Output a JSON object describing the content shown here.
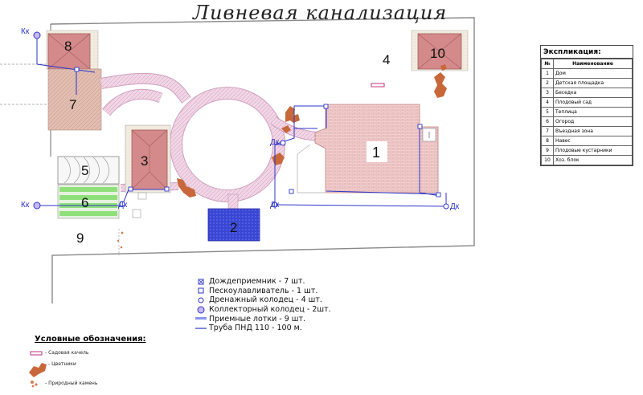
{
  "title": "Ливневая канализация",
  "zones": [
    {
      "num": "1"
    },
    {
      "num": "2"
    },
    {
      "num": "3"
    },
    {
      "num": "4"
    },
    {
      "num": "5"
    },
    {
      "num": "6"
    },
    {
      "num": "7"
    },
    {
      "num": "8"
    },
    {
      "num": "9"
    },
    {
      "num": "10"
    }
  ],
  "wells": {
    "kk": "Кк",
    "dk": "Дк"
  },
  "explication": {
    "title": "Экспликация:",
    "col_num": "№",
    "col_name": "Наименование",
    "rows": [
      {
        "num": "1",
        "name": "Дом"
      },
      {
        "num": "2",
        "name": "Детская площадка"
      },
      {
        "num": "3",
        "name": "Беседка"
      },
      {
        "num": "4",
        "name": "Плодовый сад"
      },
      {
        "num": "5",
        "name": "Теплица"
      },
      {
        "num": "6",
        "name": "Огород"
      },
      {
        "num": "7",
        "name": "Въездная зона"
      },
      {
        "num": "8",
        "name": "Навес"
      },
      {
        "num": "9",
        "name": "Плодовые кустарники"
      },
      {
        "num": "10",
        "name": "Хоз. блок"
      }
    ]
  },
  "legend": [
    {
      "symbol": "rain-inlet-icon",
      "text": "Дождеприемник - 7 шт."
    },
    {
      "symbol": "sand-trap-icon",
      "text": "Пескоулавливатель - 1 шт."
    },
    {
      "symbol": "drain-well-icon",
      "text": "Дренажный колодец - 4 шт."
    },
    {
      "symbol": "collector-well-icon",
      "text": "Коллекторный колодец - 2шт."
    },
    {
      "symbol": "gutter-icon",
      "text": "Приемные лотки - 9 шт."
    },
    {
      "symbol": "pipe-icon",
      "text": "Труба ПНД 110 - 100 м."
    }
  ],
  "conventions": {
    "title": "Условные обозначения:",
    "swing": "- Садовая качель",
    "flowerbeds": "- Цветники",
    "stone": "- Природный камень"
  },
  "colors": {
    "house": "#e8b9b9",
    "roof": "#d98f8f",
    "playground": "#3f4fd6",
    "path": "#e8c8dc",
    "pipe": "#2b35c9",
    "greenhouse_green": "#8fe07a",
    "stone": "#c8683a"
  }
}
